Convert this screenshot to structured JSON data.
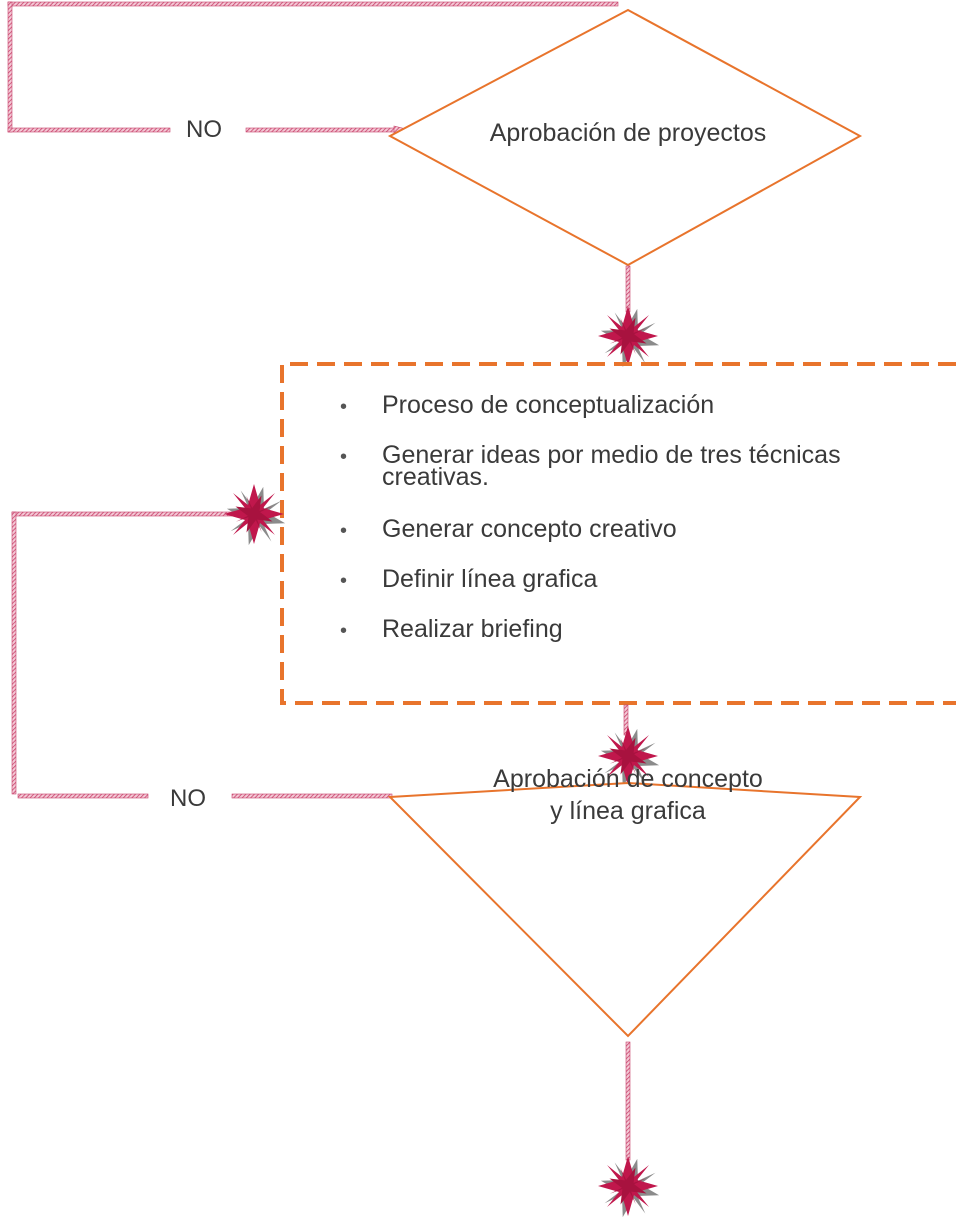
{
  "colors": {
    "connector": "#c8426b",
    "shape_border": "#e8742c",
    "burst_primary": "#c0174c",
    "burst_shadow": "#8b8b8b"
  },
  "decision_top": {
    "label": "Aprobación de proyectos",
    "no_label": "NO"
  },
  "process_box": {
    "items": [
      "Proceso de conceptualización",
      "Generar ideas por medio de tres técnicas creativas.",
      "Generar concepto creativo",
      "Definir línea grafica",
      "Realizar briefing"
    ]
  },
  "decision_bottom": {
    "label_line1": "Aprobación de concepto",
    "label_line2": "y línea grafica",
    "no_label": "NO"
  },
  "connector_icon": "starburst-icon"
}
